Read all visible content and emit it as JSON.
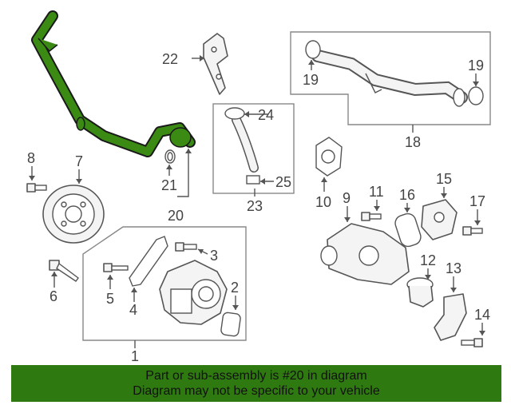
{
  "callouts": {
    "c1": "1",
    "c2": "2",
    "c3": "3",
    "c4": "4",
    "c5": "5",
    "c6": "6",
    "c7": "7",
    "c8": "8",
    "c9": "9",
    "c10": "10",
    "c11": "11",
    "c12": "12",
    "c13": "13",
    "c14": "14",
    "c15": "15",
    "c16": "16",
    "c17": "17",
    "c18": "18",
    "c19a": "19",
    "c19b": "19",
    "c20": "20",
    "c21": "21",
    "c22": "22",
    "c23": "23",
    "c24": "24",
    "c25": "25"
  },
  "highlight_color": "#2f7a10",
  "banner": {
    "line1": "Part or sub-assembly is #20 in diagram",
    "line2": "Diagram may not be specific to your vehicle"
  }
}
